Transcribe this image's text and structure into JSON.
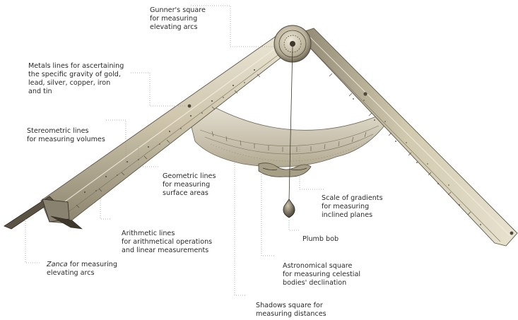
{
  "labels": {
    "gunners_square": [
      "Gunner's square",
      "for measuring",
      "elevating arcs"
    ],
    "metals_lines": [
      "Metals lines for ascertaining",
      "the specific gravity of gold,",
      "lead, silver, copper, iron",
      "and tin"
    ],
    "stereometric_lines": [
      "Stereometric lines",
      "for measuring volumes"
    ],
    "geometric_lines": [
      "Geometric lines",
      "for measuring",
      "surface areas"
    ],
    "scale_of_gradients": [
      "Scale of gradients",
      "for measuring",
      "inclined planes"
    ],
    "plumb_bob": [
      "Plumb bob"
    ],
    "arithmetic_lines": [
      "Arithmetic lines",
      "for arithmetical operations",
      "and linear measurements"
    ],
    "zanca": {
      "term": "Zanca",
      "rest": " for measuring",
      "line2": "elevating arcs"
    },
    "astronomical_square": [
      "Astronomical square",
      "for measuring celestial",
      "bodies' declination"
    ],
    "shadows_square": [
      "Shadows square for",
      "measuring distances"
    ]
  },
  "colors": {
    "leader": "#9a9a9a",
    "metal_light": "#d9d2be",
    "metal_mid": "#b8ae95",
    "metal_dark": "#6f6756",
    "text": "#2a2a2a"
  }
}
